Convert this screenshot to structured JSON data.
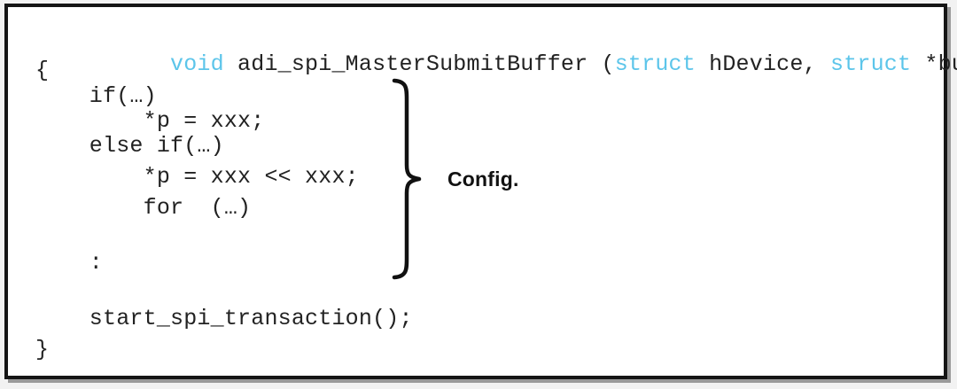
{
  "figure": {
    "kind": "code-snippet-figure",
    "background_color": "#ffffff",
    "border_color": "#151515",
    "keyword_color": "#5cc5ea",
    "text_color": "#222222"
  },
  "code": {
    "language": "c",
    "lines": [
      {
        "id": "line-signature",
        "segments": [
          {
            "text": "void",
            "kind": "keyword"
          },
          {
            "text": " adi_spi_MasterSubmitBuffer (",
            "kind": "plain"
          },
          {
            "text": "struct",
            "kind": "keyword"
          },
          {
            "text": " hDevice, ",
            "kind": "plain"
          },
          {
            "text": "struct",
            "kind": "keyword"
          },
          {
            "text": " *buffer)",
            "kind": "plain"
          }
        ],
        "plain": "void adi_spi_MasterSubmitBuffer (struct hDevice, struct *buffer)"
      },
      {
        "id": "line-open-brace",
        "plain": "{"
      },
      {
        "id": "line-if",
        "plain": "    if(…)"
      },
      {
        "id": "line-assign-1",
        "plain": "        *p = xxx;"
      },
      {
        "id": "line-else-if",
        "plain": "    else if(…)"
      },
      {
        "id": "line-assign-2",
        "plain": "        *p = xxx << xxx;"
      },
      {
        "id": "line-for",
        "plain": "        for  (…)"
      },
      {
        "id": "line-ellipsis",
        "plain": "    :"
      },
      {
        "id": "line-call",
        "plain": "    start_spi_transaction();"
      },
      {
        "id": "line-close-brace",
        "plain": "}"
      }
    ]
  },
  "annotation": {
    "brace_label": "Config.",
    "brace_glyph": "}",
    "brace_spans_lines": [
      "line-if",
      "line-assign-1",
      "line-else-if",
      "line-assign-2",
      "line-for",
      "line-ellipsis"
    ]
  }
}
